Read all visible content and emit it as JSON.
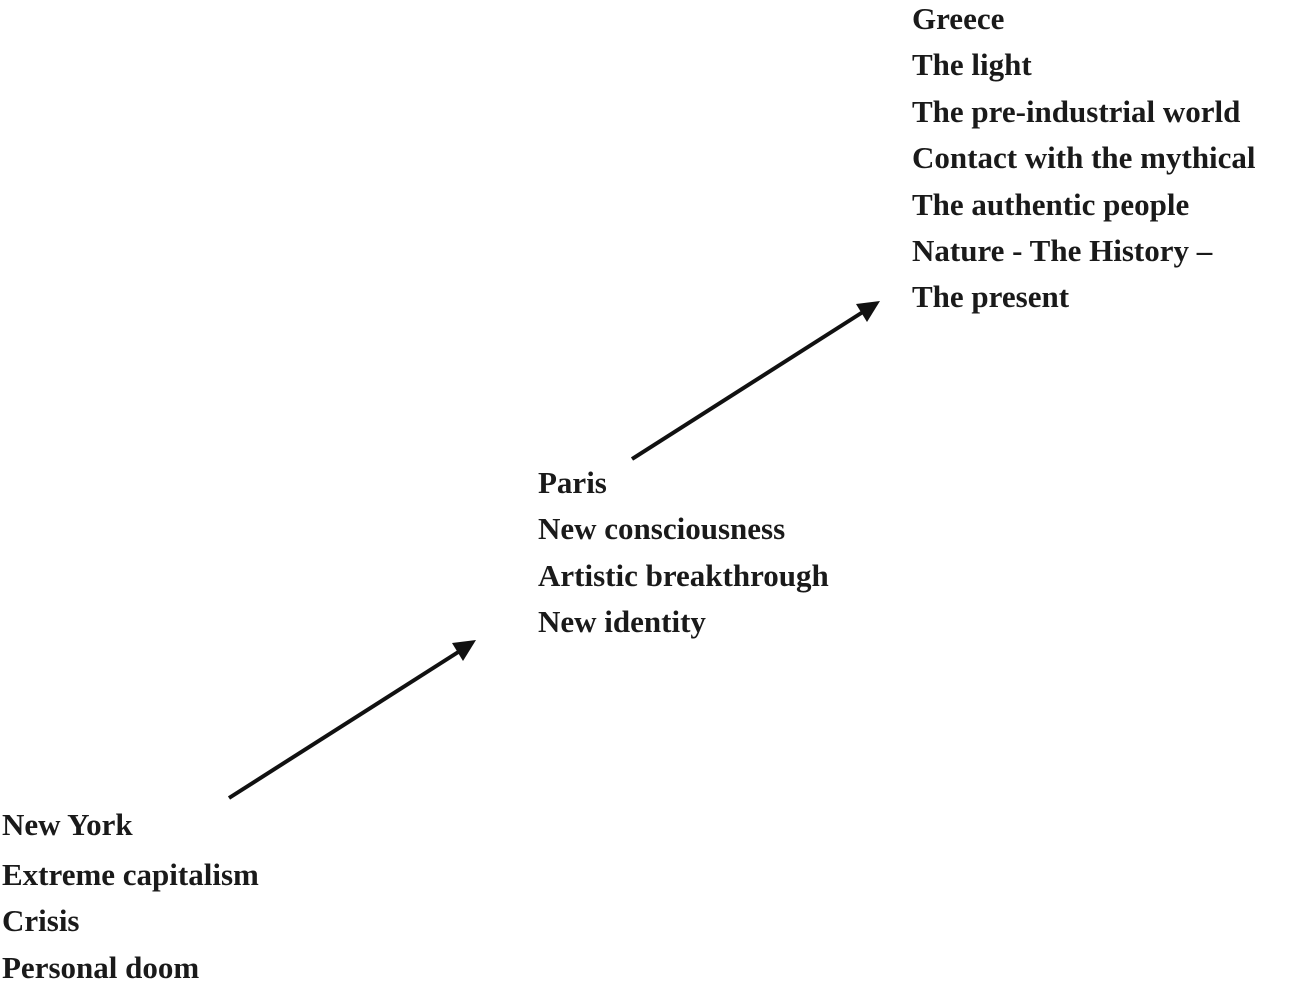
{
  "stages": [
    {
      "title": "New York",
      "items": [
        "Extreme capitalism",
        "Crisis",
        "Personal doom"
      ]
    },
    {
      "title": "Paris",
      "items": [
        "New consciousness",
        "Artistic breakthrough",
        "New identity"
      ]
    },
    {
      "title": "Greece",
      "items": [
        "The light",
        "The pre-industrial world",
        "Contact with the mythical",
        "The authentic people",
        "Nature - The History –",
        "The present"
      ]
    }
  ],
  "colors": {
    "text": "#1a1a1a",
    "arrow": "#111111",
    "background": "#ffffff"
  }
}
